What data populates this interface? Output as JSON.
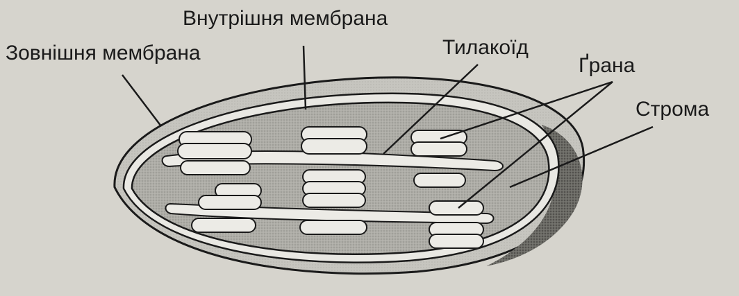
{
  "labels": {
    "outer_membrane": "Зовнішня мембрана",
    "inner_membrane": "Внутрішня мембрана",
    "thylakoid": "Тилакоїд",
    "grana": "Ґрана",
    "stroma": "Строма"
  },
  "colors": {
    "background": "#d6d4cd",
    "outline": "#1a1a1a",
    "outer_band": "#bdbcb6",
    "membrane_gap": "#e9e8e3",
    "stroma_fill": "#a9a8a2",
    "rim_shadow": "#5f5e5a",
    "disc_fill": "#ecebe6"
  }
}
